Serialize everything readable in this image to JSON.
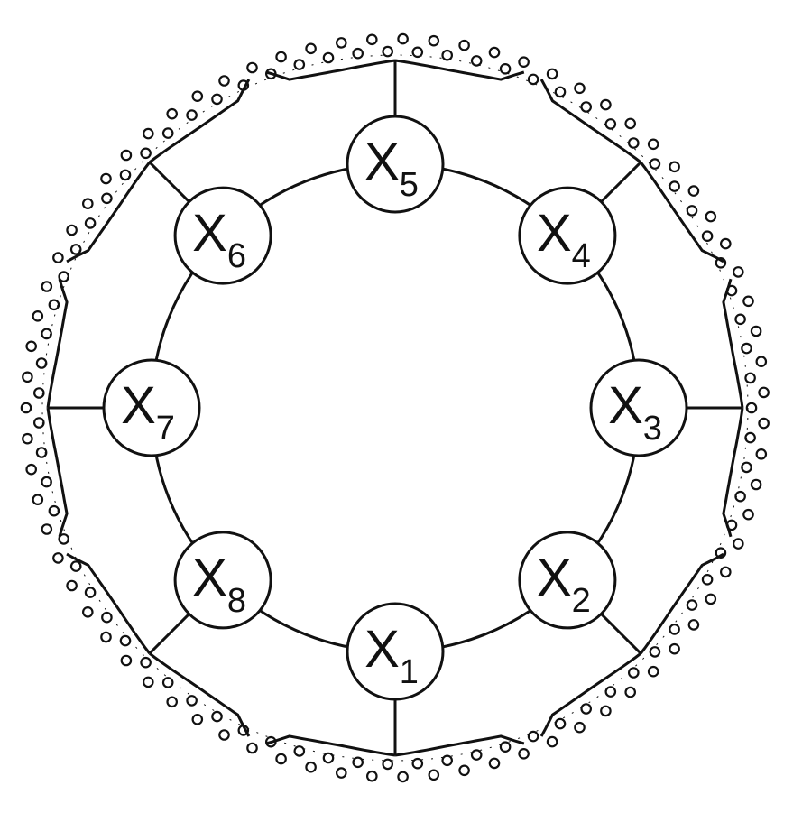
{
  "diagram": {
    "nodes": [
      {
        "id": "x1",
        "letter": "X",
        "sub": "1"
      },
      {
        "id": "x2",
        "letter": "X",
        "sub": "2"
      },
      {
        "id": "x3",
        "letter": "X",
        "sub": "3"
      },
      {
        "id": "x4",
        "letter": "X",
        "sub": "4"
      },
      {
        "id": "x5",
        "letter": "X",
        "sub": "5"
      },
      {
        "id": "x6",
        "letter": "X",
        "sub": "6"
      },
      {
        "id": "x7",
        "letter": "X",
        "sub": "7"
      },
      {
        "id": "x8",
        "letter": "X",
        "sub": "8"
      }
    ],
    "colors": {
      "ink": "#111111",
      "background": "#ffffff"
    }
  }
}
